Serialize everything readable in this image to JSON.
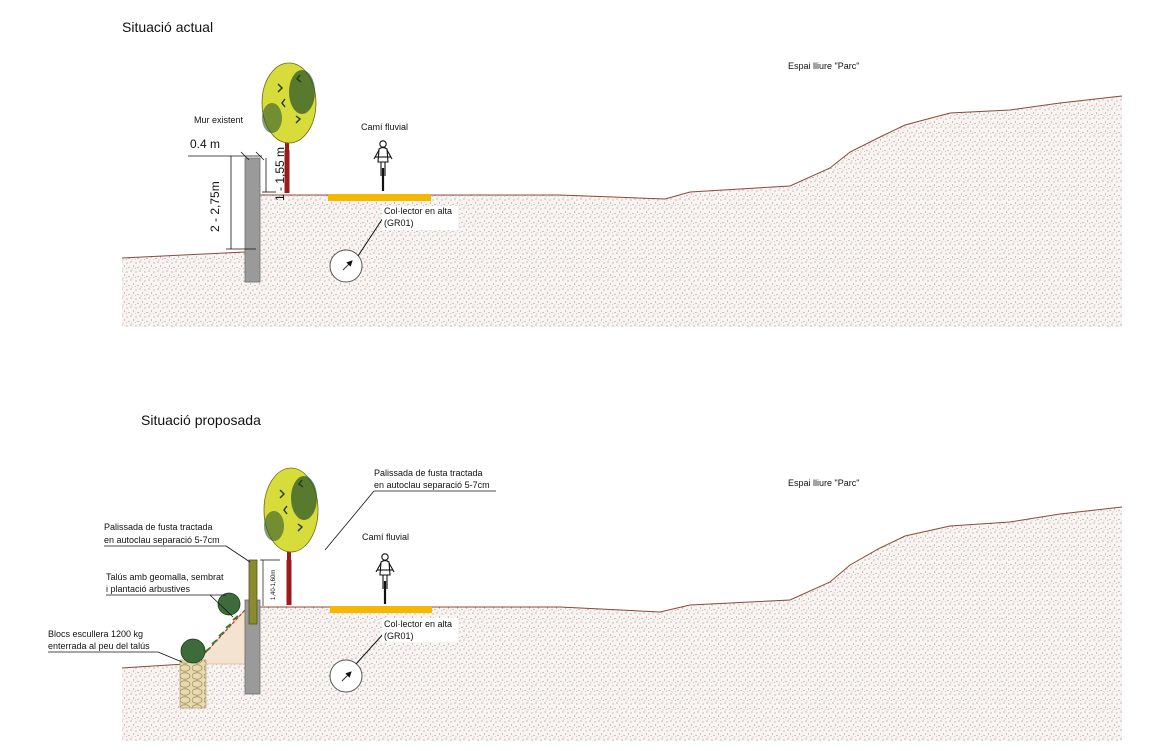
{
  "sections": [
    {
      "title": "Situació actual",
      "labels": {
        "park": "Espai lliure \"Parc\"",
        "path": "Camí fluvial",
        "wall": "Mur existent",
        "collector_line1": "Col·lector en alta",
        "collector_line2": "(GR01)",
        "wall_width": "0.4 m",
        "wall_height": "2 - 2,75m",
        "fence_height": "1 - 1,55 m"
      }
    },
    {
      "title": "Situació proposada",
      "labels": {
        "park": "Espai lliure \"Parc\"",
        "path": "Camí fluvial",
        "palisade_top_line1": "Palissada de fusta tractada",
        "palisade_top_line2": "en autoclau separació 5-7cm",
        "palisade_left_line1": "Palissada de fusta tractada",
        "palisade_left_line2": "en autoclau separació 5-7cm",
        "slope_line1": "Talús amb geomalla, sembrat",
        "slope_line2": "i plantació arbustives",
        "blocks_line1": "Blocs escullera 1200 kg",
        "blocks_line2": "enterrada al peu del talús",
        "collector_line1": "Col·lector en alta",
        "collector_line2": "(GR01)",
        "fence_height": "1,40-1,60m"
      }
    }
  ],
  "colors": {
    "ground_line": "#8a4a3a",
    "path_surface": "#f5b800",
    "wall": "#9a9a9a",
    "tree_trunk": "#9b1b1b",
    "tree_leaves_light": "#d8dc3a",
    "tree_leaves_dark": "#2f5a2a",
    "palisade": "#8a8a30",
    "stones": "#d7c79a"
  }
}
